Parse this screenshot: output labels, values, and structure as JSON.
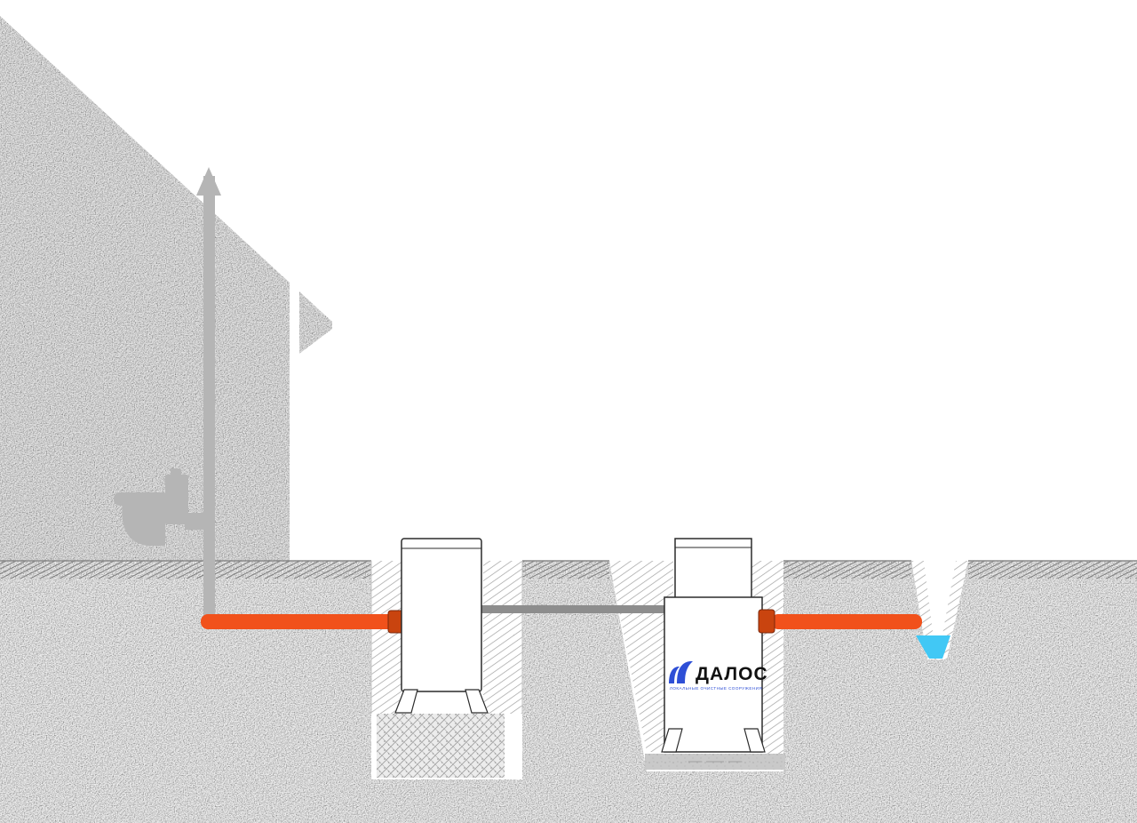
{
  "brand": {
    "name": "ДАЛОС",
    "tagline": "ЛОКАЛЬНЫЕ ОЧИСТНЫЕ СООРУЖЕНИЯ"
  },
  "colors": {
    "background": "#ffffff",
    "soil": "#ededed",
    "house": "#e4e4e4",
    "plumbing_gray": "#b5b5b5",
    "interconnect_gray": "#8d8d8d",
    "sewer_orange": "#f1511b",
    "coupling_orange": "#c9440f",
    "water_blue": "#41c8f5",
    "logo_blue": "#2e4fd6",
    "tank_outline": "#2b2b2b"
  },
  "icons": {
    "vent_arrow": "up-arrow",
    "toilet": "toilet-side-silhouette",
    "water": "water-level-mark"
  }
}
